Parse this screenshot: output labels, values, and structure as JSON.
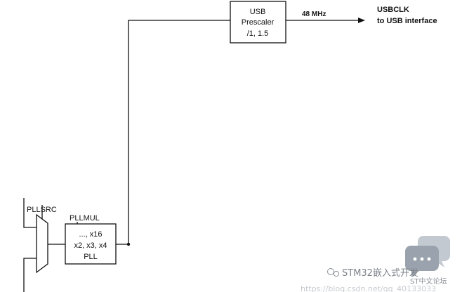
{
  "usb_prescaler": {
    "line1": "USB",
    "line2": "Prescaler",
    "line3": "/1, 1.5"
  },
  "freq_label": "48 MHz",
  "output": {
    "line1": "USBCLK",
    "line2": "to USB interface"
  },
  "pllsrc_label": "PLLSRC",
  "pllmul_label": "PLLMUL",
  "pll_box": {
    "line1": "..., x16",
    "line2": "x2, x3, x4",
    "line3": "PLL"
  },
  "watermark": {
    "brand": "STM32嵌入式开发",
    "forum": "ST中文论坛",
    "url": "https://blog.csdn.net/qq_40133033"
  },
  "colors": {
    "line": "#111111",
    "watermark": "#8a8f96",
    "bubble": "#9aa3ad"
  }
}
